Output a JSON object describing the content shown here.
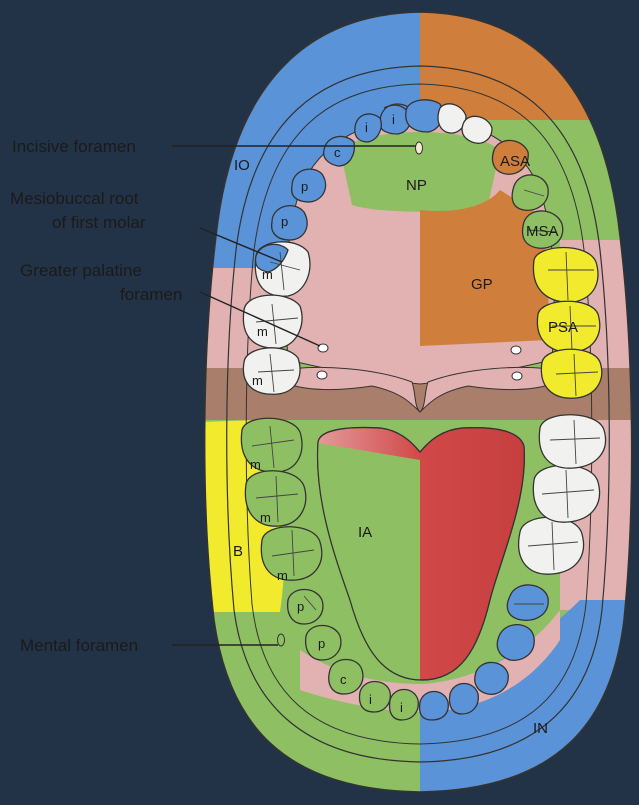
{
  "colors": {
    "io_blue": "#5a93d8",
    "asa_orange": "#cf7e3c",
    "green": "#8fbf63",
    "pink": "#e2b1b1",
    "brown_band": "#a97e6a",
    "yellow": "#f2ea2d",
    "tongue_red": "#cf4545",
    "tooth_white": "#f1f1ef",
    "frame": "#233347"
  },
  "callouts": {
    "incisive": "Incisive foramen",
    "mesio_line1": "Mesiobuccal root",
    "mesio_line2": "of first molar",
    "greater_line1": "Greater palatine",
    "greater_line2": "foramen",
    "mental": "Mental foramen"
  },
  "regions": {
    "io": "IO",
    "np": "NP",
    "asa": "ASA",
    "msa": "MSA",
    "gp": "GP",
    "psa": "PSA",
    "ia": "IA",
    "b": "B",
    "in": "IN"
  },
  "teeth": {
    "upper_i1": "i",
    "upper_i2": "i",
    "upper_c": "c",
    "upper_p1": "p",
    "upper_p2": "p",
    "upper_m1": "m",
    "upper_m2": "m",
    "upper_m3": "m",
    "lower_m1": "m",
    "lower_m2": "m",
    "lower_m3": "m",
    "lower_p1": "p",
    "lower_p2": "p",
    "lower_c": "c",
    "lower_i1": "i",
    "lower_i2": "i"
  }
}
